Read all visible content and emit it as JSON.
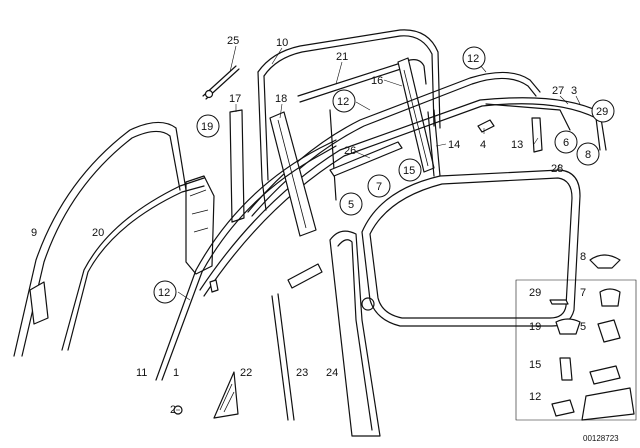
{
  "diagram": {
    "labels": [
      {
        "id": "25",
        "text": "25"
      },
      {
        "id": "10",
        "text": "10"
      },
      {
        "id": "21",
        "text": "21"
      },
      {
        "id": "12a",
        "text": "12"
      },
      {
        "id": "27",
        "text": "27"
      },
      {
        "id": "3",
        "text": "3"
      },
      {
        "id": "29a",
        "text": "29"
      },
      {
        "id": "17",
        "text": "17"
      },
      {
        "id": "18",
        "text": "18"
      },
      {
        "id": "16",
        "text": "16"
      },
      {
        "id": "12b",
        "text": "12"
      },
      {
        "id": "19a",
        "text": "19"
      },
      {
        "id": "4",
        "text": "4"
      },
      {
        "id": "13",
        "text": "13"
      },
      {
        "id": "6",
        "text": "6"
      },
      {
        "id": "8a",
        "text": "8"
      },
      {
        "id": "26",
        "text": "26"
      },
      {
        "id": "14",
        "text": "14"
      },
      {
        "id": "28",
        "text": "28"
      },
      {
        "id": "7a",
        "text": "7"
      },
      {
        "id": "15a",
        "text": "15"
      },
      {
        "id": "5a",
        "text": "5"
      },
      {
        "id": "9",
        "text": "9"
      },
      {
        "id": "20",
        "text": "20"
      },
      {
        "id": "12c",
        "text": "12"
      },
      {
        "id": "11",
        "text": "11"
      },
      {
        "id": "1",
        "text": "1"
      },
      {
        "id": "22",
        "text": "22"
      },
      {
        "id": "23",
        "text": "23"
      },
      {
        "id": "24",
        "text": "24"
      },
      {
        "id": "2",
        "text": "2"
      },
      {
        "id": "8b",
        "text": "8"
      },
      {
        "id": "29b",
        "text": "29"
      },
      {
        "id": "7b",
        "text": "7"
      },
      {
        "id": "19b",
        "text": "19"
      },
      {
        "id": "5b",
        "text": "5"
      },
      {
        "id": "15b",
        "text": "15"
      },
      {
        "id": "12d",
        "text": "12"
      }
    ],
    "doc_number": "00128723"
  }
}
